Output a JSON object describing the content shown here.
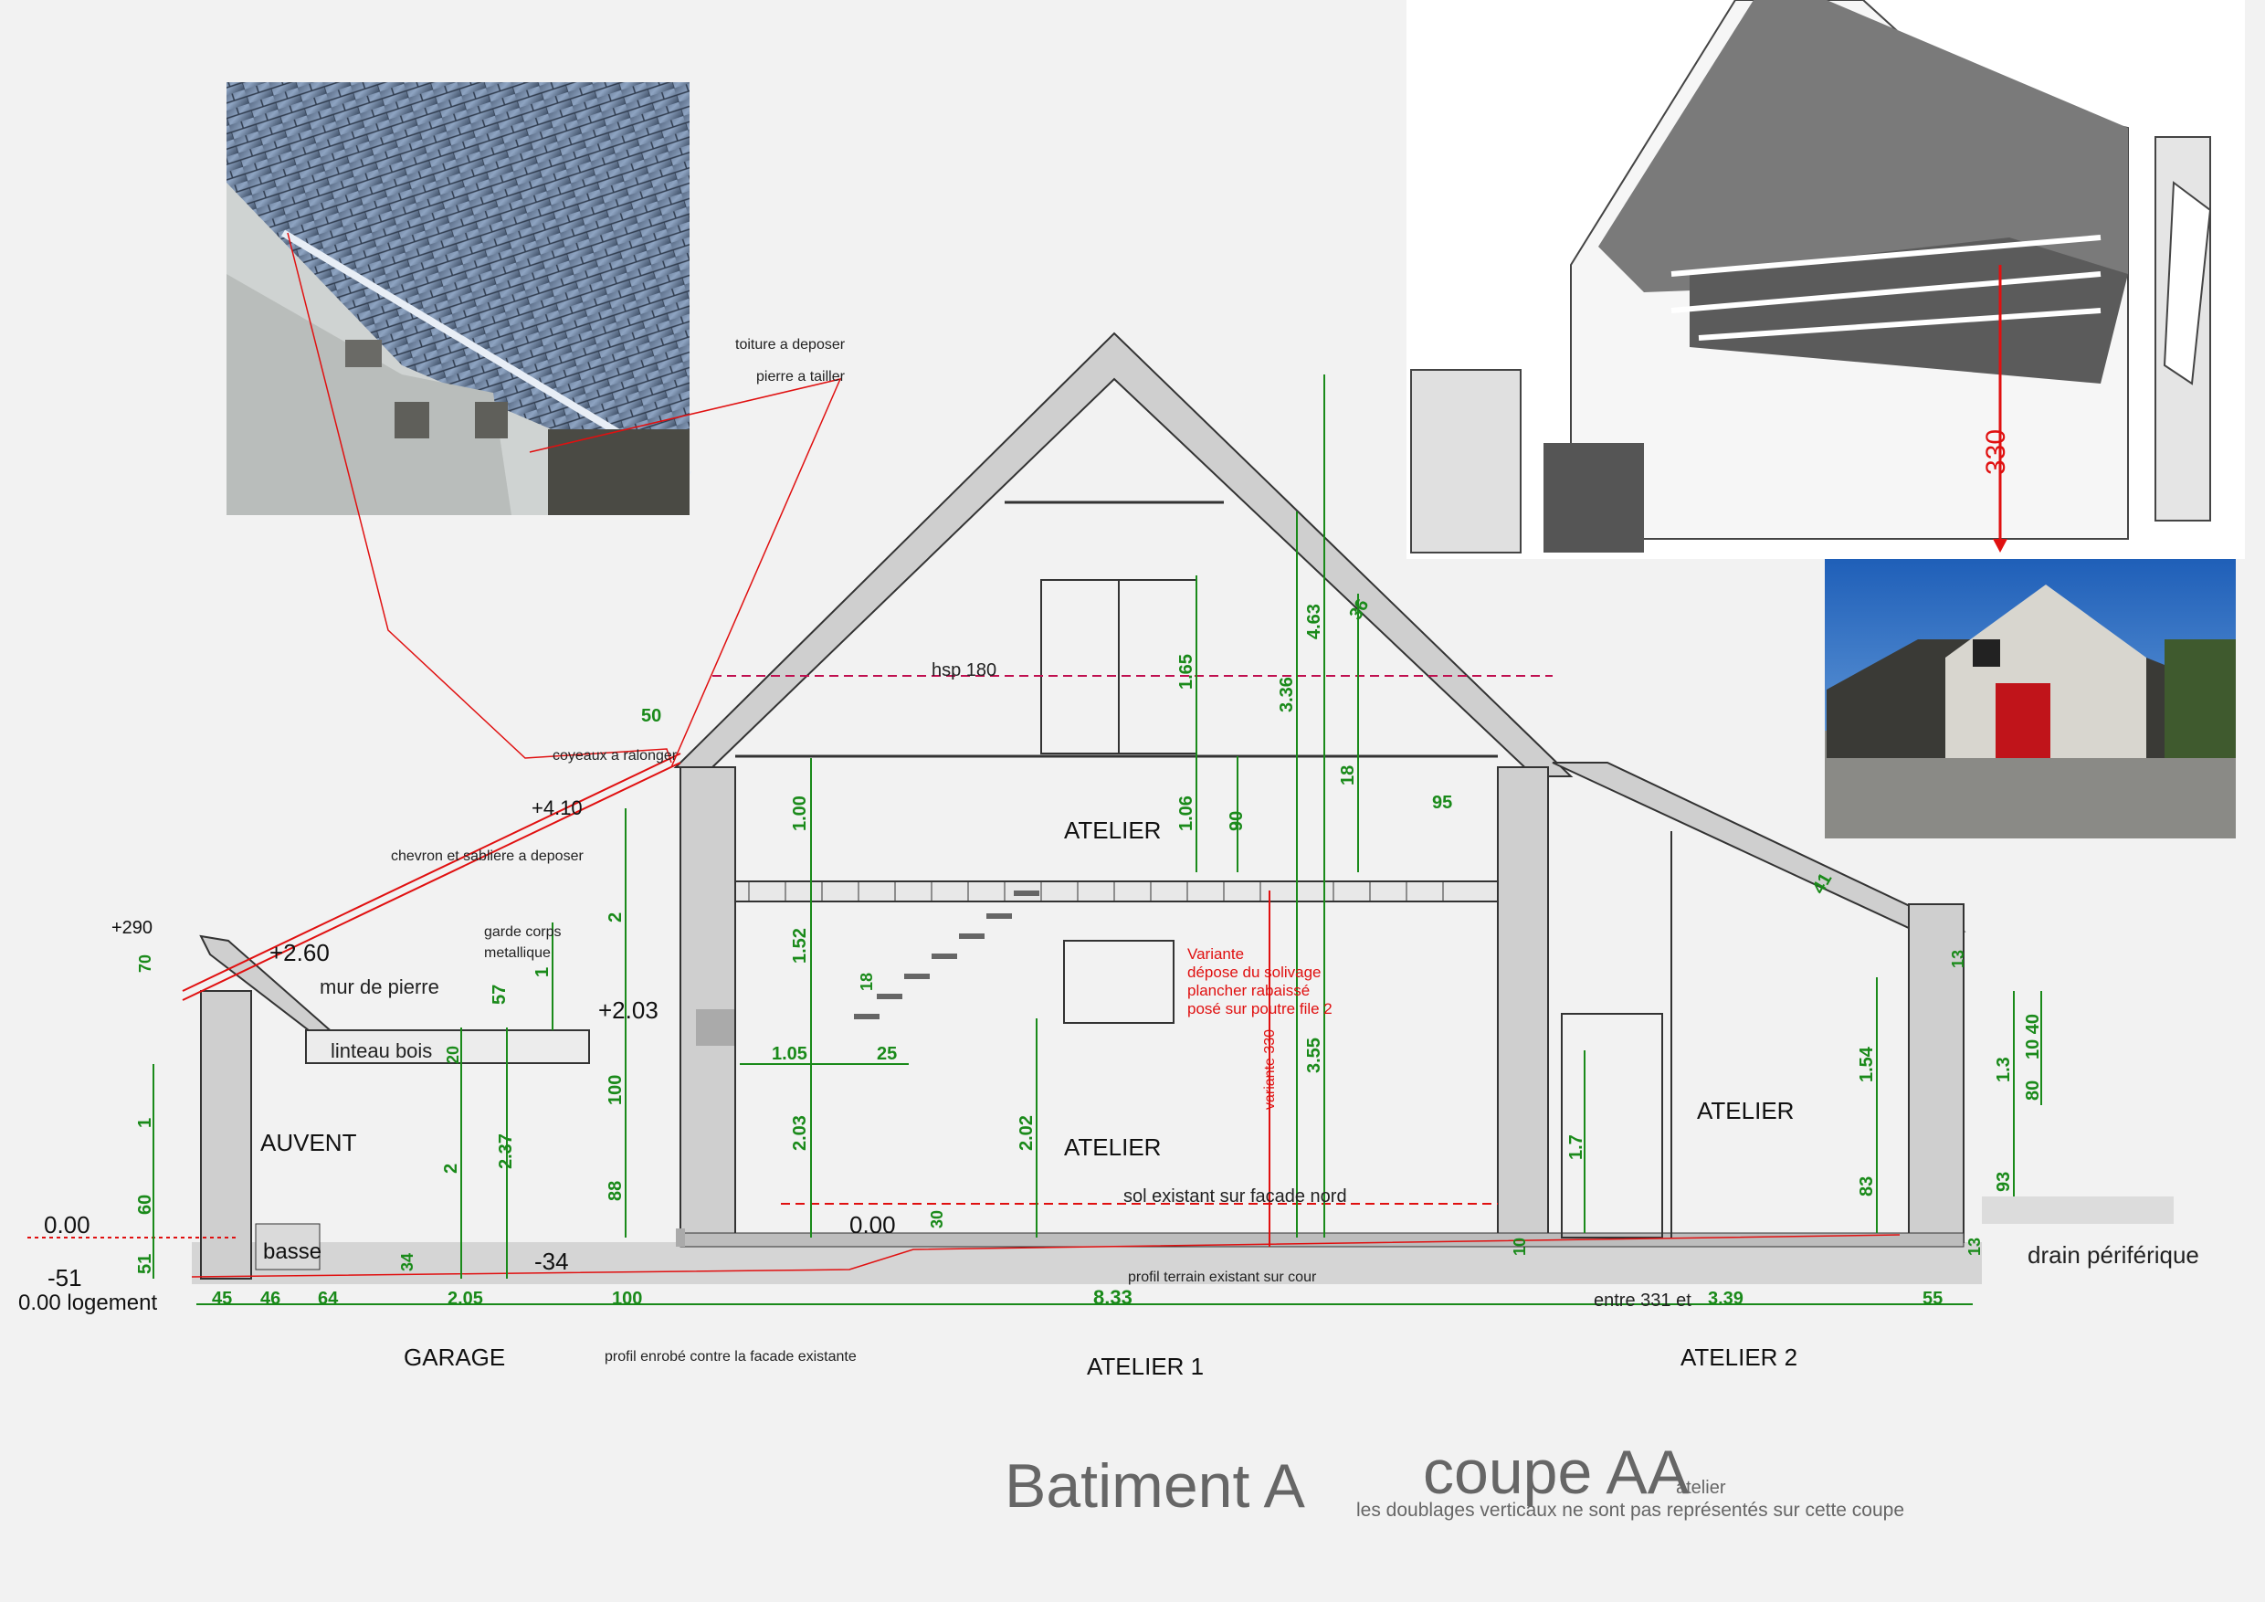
{
  "title": {
    "main": "Batiment A",
    "coupe": "coupe AA",
    "sub": "atelier",
    "note": "les doublages verticaux ne sont pas représentés sur cette coupe"
  },
  "rooms": {
    "atelier_upper": "ATELIER",
    "atelier_main": "ATELIER",
    "atelier_right": "ATELIER",
    "auvent": "AUVENT",
    "basse": "basse"
  },
  "zones": {
    "garage": "GARAGE",
    "atelier1": "ATELIER 1",
    "atelier2": "ATELIER 2"
  },
  "annotations": {
    "toiture": "toiture a deposer",
    "pierre": "pierre a tailler",
    "coyeaux": "coyeaux a ralonger",
    "chevron": "chevron et sabliere a deposer",
    "garde_corps": "garde corps",
    "garde_corps2": "metallique",
    "mur": "mur de pierre",
    "linteau": "linteau bois",
    "hsp": "hsp 180",
    "sol": "sol existant sur facade nord",
    "profil_cour": "profil terrain existant sur cour",
    "profil_enrobe": "profil enrobé contre la facade existante",
    "drain": "drain périférique",
    "entre": "entre 331 et"
  },
  "variante": {
    "line1": "Variante",
    "line2": "dépose du solivage",
    "line3": "plancher rabaissé",
    "line4": "posé sur poutre file 2",
    "vertical": "variante 330"
  },
  "levels": {
    "l410": "+4.10",
    "l290": "+290",
    "l260": "+2.60",
    "l203": "+2.03",
    "l000a": "0.00",
    "l000b": "0.00",
    "lm51": "-51",
    "lm34": "-34",
    "logement": "0.00 logement"
  },
  "dims_bottom": [
    "45",
    "46",
    "64",
    "2.05",
    "100",
    "8.33",
    "3.39",
    "55"
  ],
  "dims_vertical": {
    "d165": "1.65",
    "d106": "1.06",
    "d90": "90",
    "d100a": "1.00",
    "d152": "1.52",
    "d203": "2.03",
    "d202": "2.02",
    "d336": "3.36",
    "d463": "4.63",
    "d355": "3.55",
    "d18": "18",
    "d36": "36",
    "d2a": "2",
    "d100b": "100",
    "d88": "88",
    "d57": "57",
    "d1a": "1",
    "d20": "20",
    "d237": "2.37",
    "d2b": "2",
    "d34": "34",
    "d1b": "1",
    "d60": "60",
    "d51": "51",
    "d70": "70",
    "d154": "1.54",
    "d83": "83",
    "d17": "1.7",
    "d13a": "13",
    "d13b": "13",
    "d10": "10",
    "d93": "93",
    "d80": "80",
    "d13c": "1.3",
    "d1040": "10 40",
    "d41": "41",
    "d95": "95",
    "d30": "30",
    "d50": "50",
    "d18b": "18",
    "d105": "1.05",
    "d25": "25"
  },
  "photo_labels": {
    "measure": "330"
  },
  "colors": {
    "dimension": "#1a8a1a",
    "annotation_red": "#e01010",
    "wall": "#cfcfcf",
    "title": "#666666"
  }
}
